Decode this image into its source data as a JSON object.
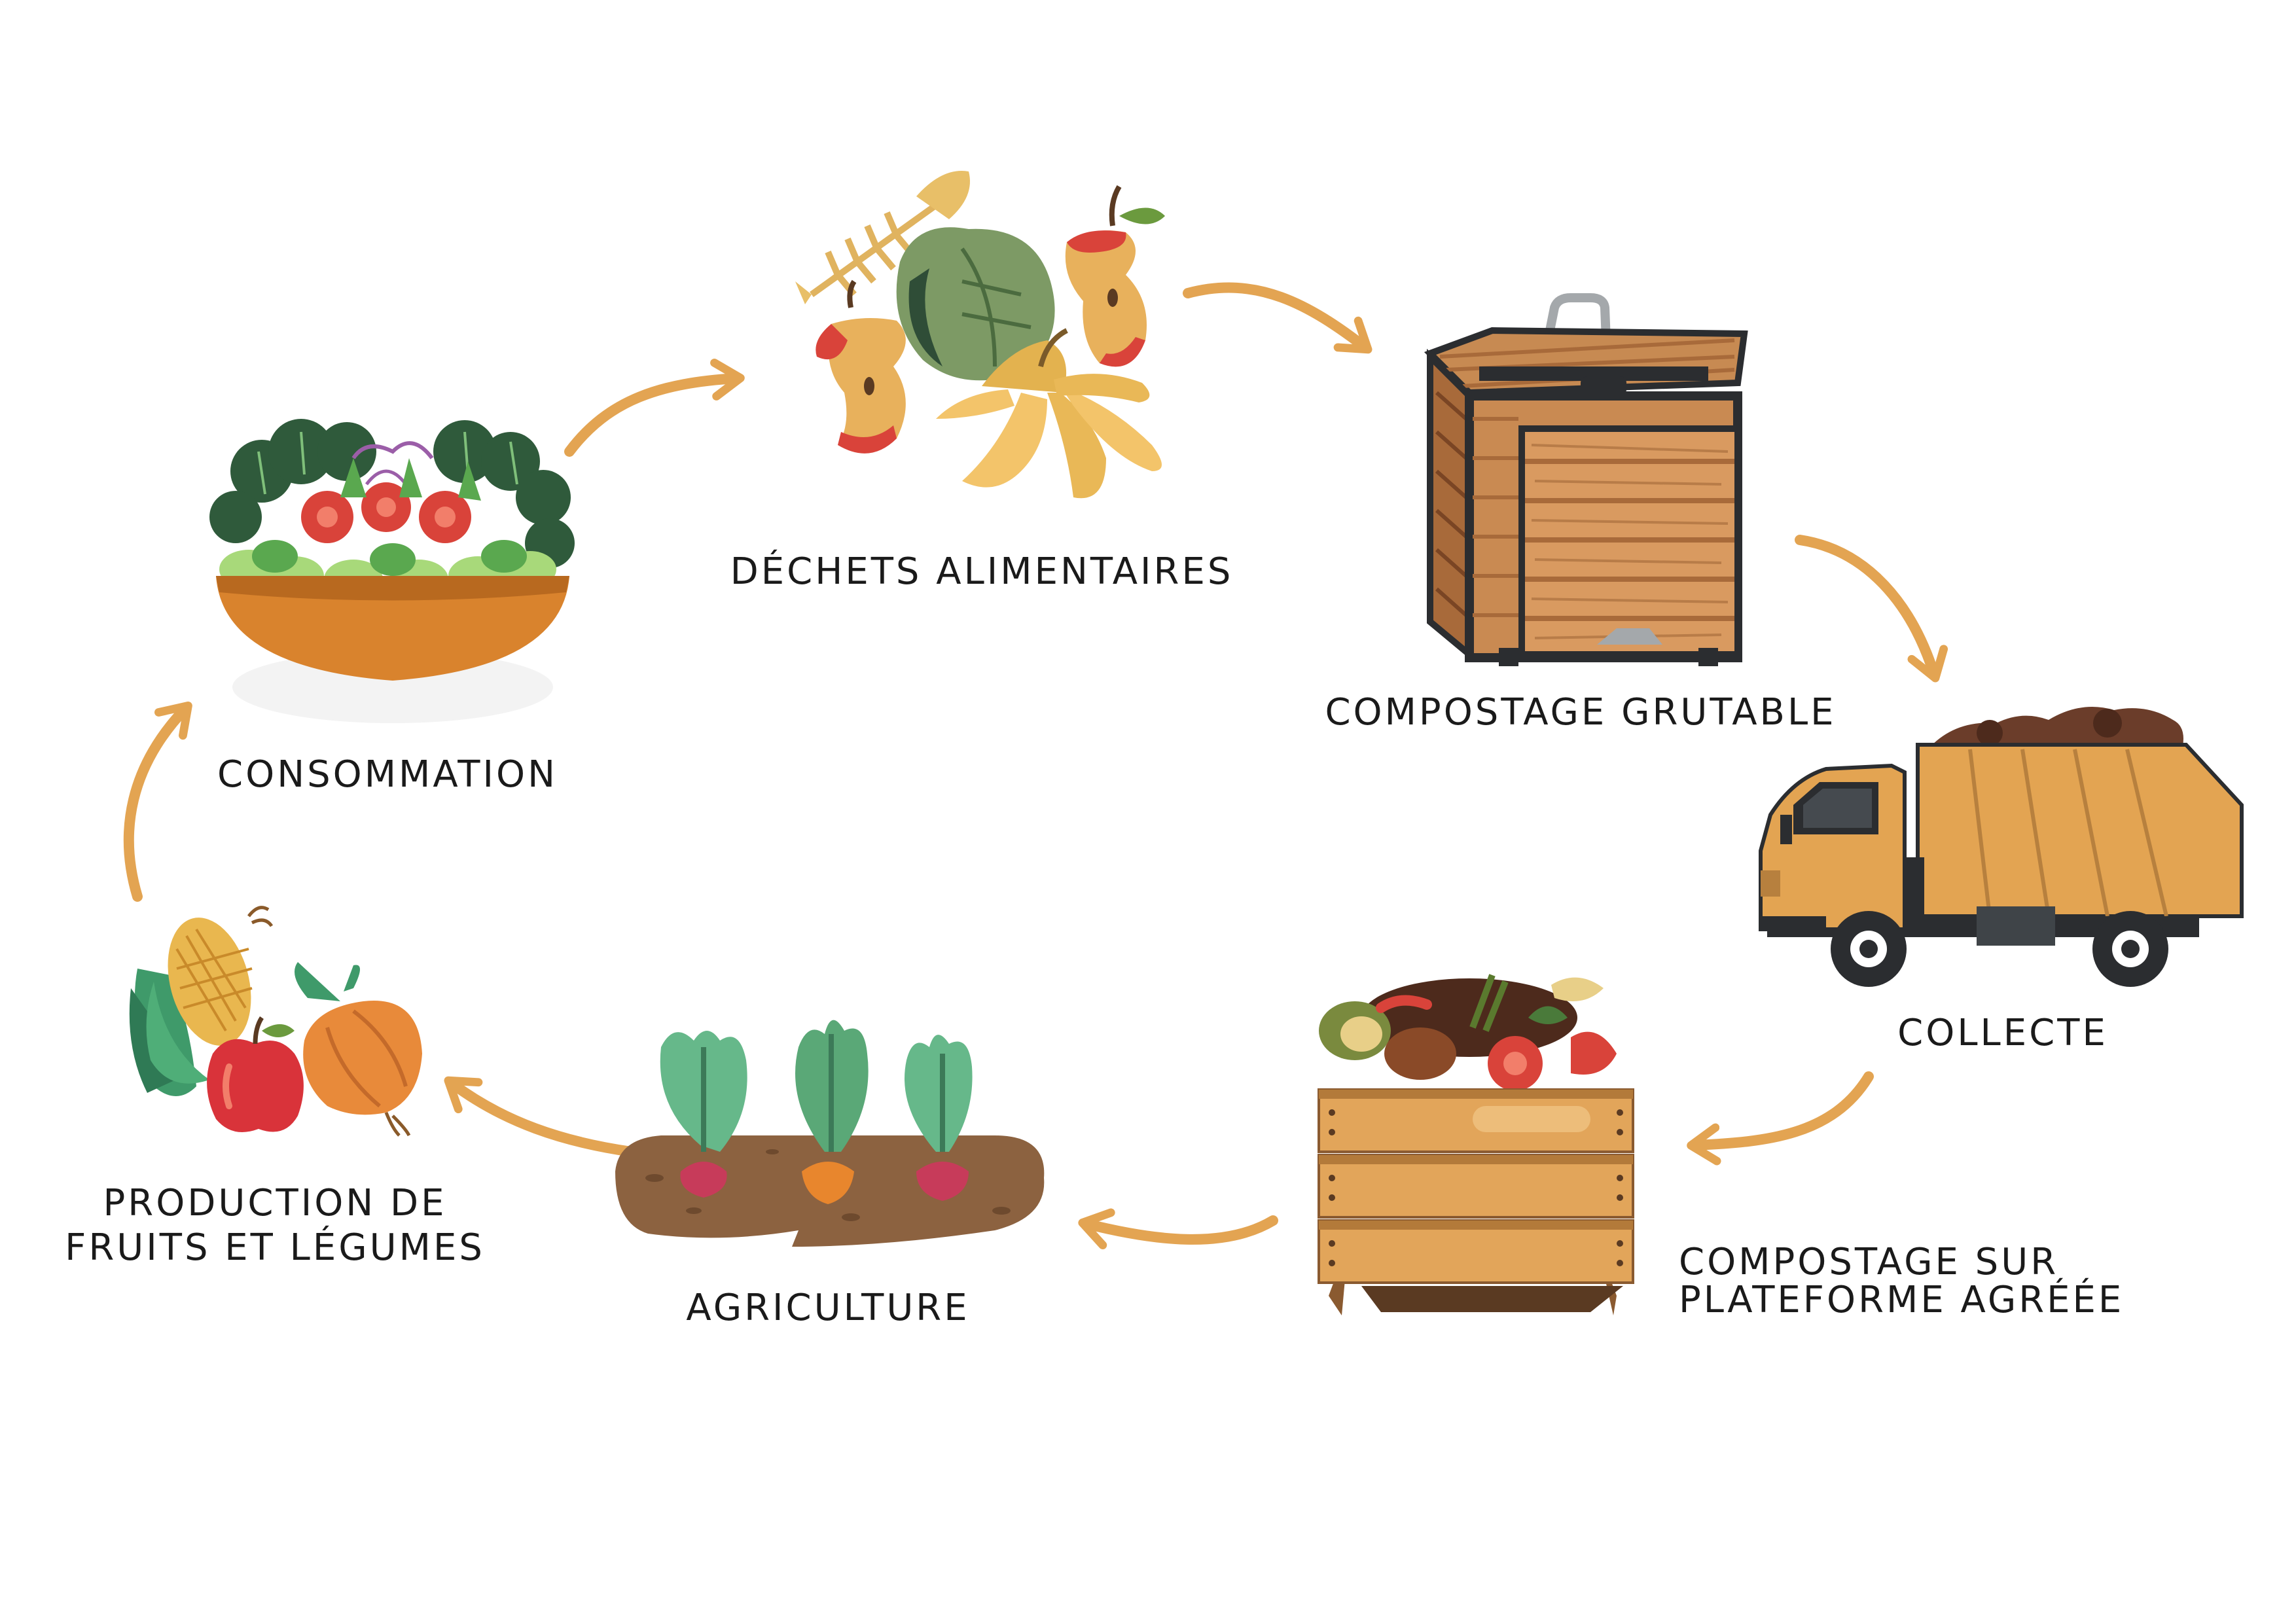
{
  "colors": {
    "arrow": "#e3a452",
    "text": "#1a1a1a",
    "orange": "#d9832d",
    "wood_dark": "#8a5530",
    "wood_light": "#c98a52",
    "crate": "#e2a55a",
    "truck": "#e3a452",
    "green_dark": "#2f5a3b",
    "green_light": "#7fbf7a",
    "soil": "#8c6240"
  },
  "stages": [
    {
      "id": "dechets",
      "label_lines": [
        "DÉCHETS ALIMENTAIRES"
      ],
      "icon": "food-waste-icon"
    },
    {
      "id": "compostage_grutable",
      "label_lines": [
        "COMPOSTAGE GRUTABLE"
      ],
      "icon": "wooden-compost-bin-icon"
    },
    {
      "id": "collecte",
      "label_lines": [
        "COLLECTE"
      ],
      "icon": "dump-truck-icon"
    },
    {
      "id": "compostage_plateforme",
      "label_lines": [
        "COMPOSTAGE SUR",
        "PLATEFORME AGRÉÉE"
      ],
      "icon": "compost-crate-icon"
    },
    {
      "id": "agriculture",
      "label_lines": [
        "AGRICULTURE"
      ],
      "icon": "sprouting-vegetables-icon"
    },
    {
      "id": "production",
      "label_lines": [
        "PRODUCTION DE",
        "FRUITS ET LÉGUMES"
      ],
      "icon": "fruits-vegetables-icon"
    },
    {
      "id": "consommation",
      "label_lines": [
        "CONSOMMATION"
      ],
      "icon": "salad-bowl-icon"
    }
  ]
}
